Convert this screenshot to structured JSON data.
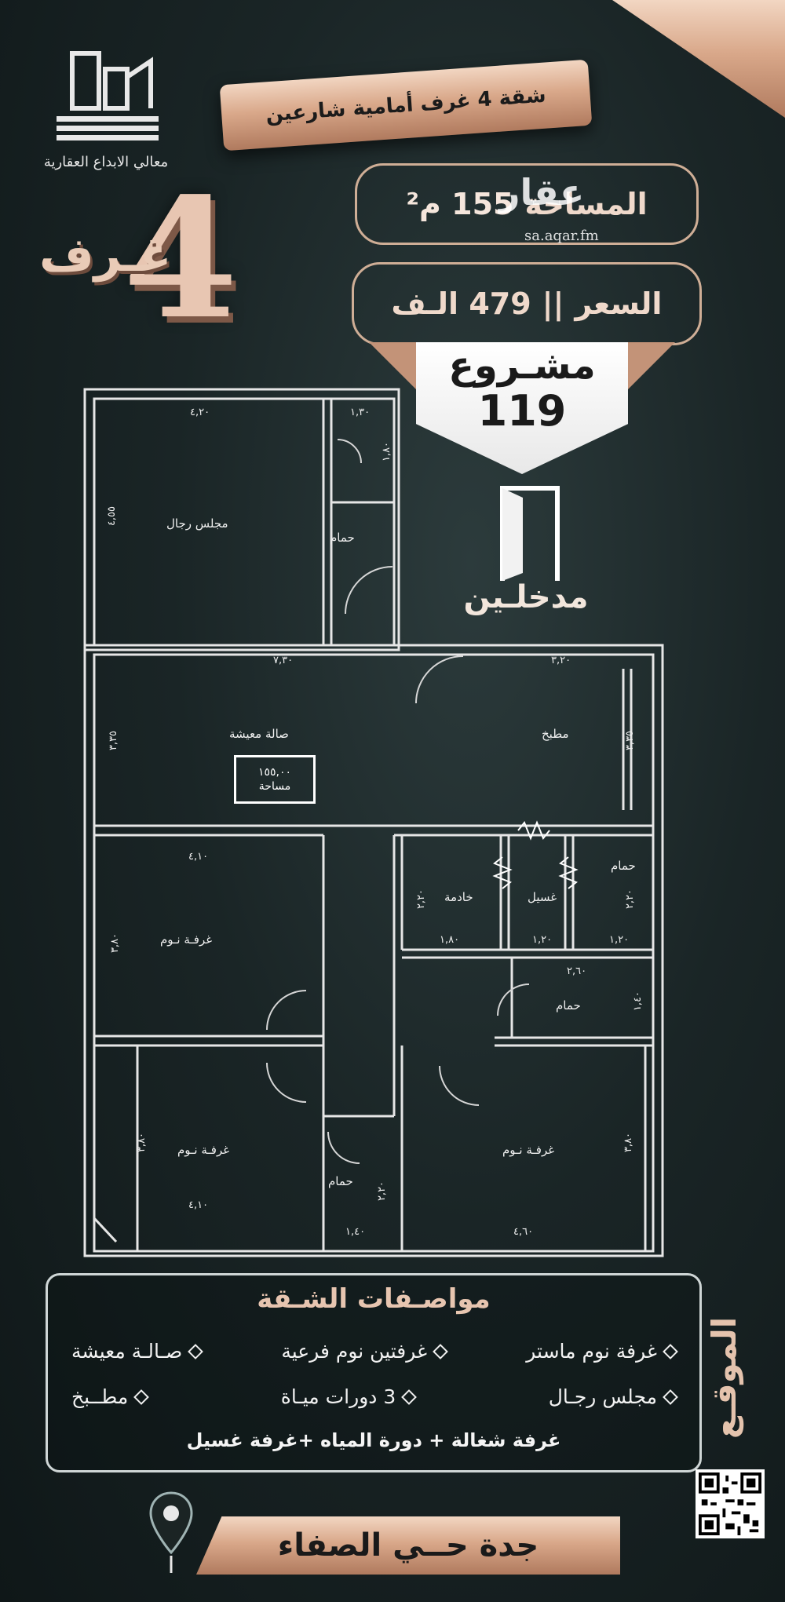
{
  "header": {
    "ribbon_title": "شقة 4 غرف أمامية شارعين",
    "company_name": "معالي الابداع العقارية",
    "big_number": "4",
    "rooms_word": "غـرف"
  },
  "watermark": {
    "brand": "عقار",
    "domain": "sa.aqar.fm"
  },
  "pills": {
    "area_label": "المساحة",
    "area_value": "155 م²",
    "price_label": "السعر",
    "price_separator": "||",
    "price_value": "479 الـف"
  },
  "project": {
    "label": "مشـروع",
    "number": "119"
  },
  "entrance": {
    "label": "مدخلـين"
  },
  "floorplan": {
    "rooms": {
      "majlis": "مجلس رجال",
      "living": "صالة معيشة",
      "kitchen": "مطبخ",
      "maid": "خادمة",
      "laundry": "غسيل",
      "bath_top_right": "حمام",
      "bath_top_left": "حمام",
      "bath_middle": "حمام",
      "bath_bottom": "حمام",
      "bedroom_left_1": "غرفـة نـوم",
      "bedroom_left_2": "غرفـة نـوم",
      "bedroom_right": "غرفـة نـوم"
    },
    "dimensions": {
      "majlis_w": "٤,٢٠",
      "bath_top_w": "١,٣٠",
      "bath_top_h": "١,٨٠",
      "majlis_h": "٤,٥٥",
      "living_w": "٧,٣٠",
      "kitchen_w": "٣,٢٠",
      "living_h": "٣,٣٥",
      "kitchen_h": "٣,٣٥",
      "bed1_w": "٤,١٠",
      "bed1_h": "٣,٨٠",
      "maid_h": "٢,٢٠",
      "maid_w": "١,٨٠",
      "laundry_w": "١,٢٠",
      "bath_right_w": "١,٢٠",
      "bath_right_h": "٢,٢٠",
      "bath_mid_w": "٢,٦٠",
      "bath_mid_h": "١,٤٠",
      "bed2_h": "٣,٨٠",
      "bed2_w": "٤,١٠",
      "bath_bottom_h": "٢,٢٠",
      "bath_bottom_w": "١,٤٠",
      "bed3_h": "٣,٨٠",
      "bed3_w": "٤,٦٠"
    },
    "area_box": {
      "value": "١٥٥,٠٠",
      "label": "مساحة"
    }
  },
  "specs": {
    "title": "مواصـفات الشـقة",
    "row1": [
      "غرفة نوم ماستر",
      "غرفتين نوم فرعية",
      "صـالـة معيشة"
    ],
    "row2": [
      "مجلس رجـال",
      "3 دورات ميـاة",
      "مطــبخ"
    ],
    "footer": "غرفة شغالة + دورة المياه +غرفة غسيل"
  },
  "location": {
    "side_label": "الموقـع",
    "district": "جدة حــي الصفاء"
  },
  "colors": {
    "background": "#1a2526",
    "copper": "#d9a88a",
    "text_light": "#f0f0f0"
  }
}
